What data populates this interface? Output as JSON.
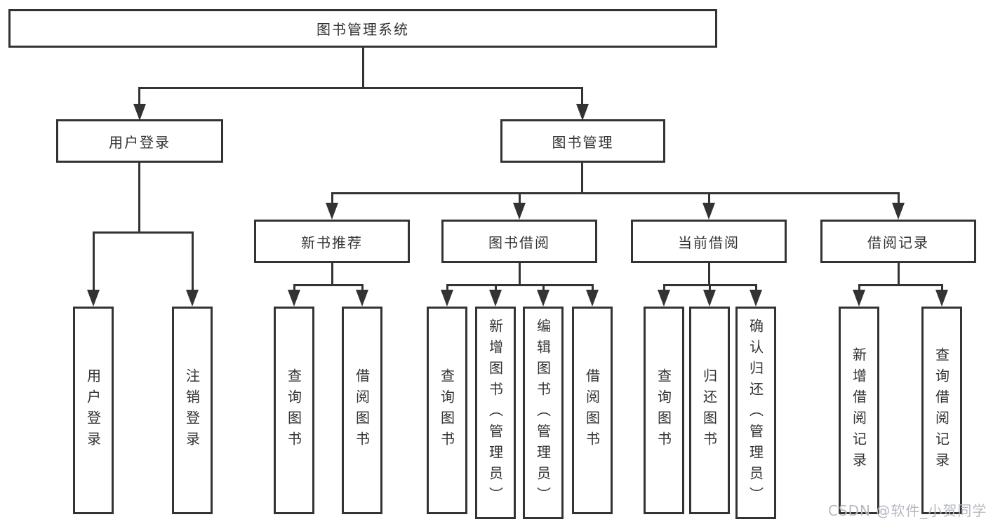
{
  "tree": {
    "root": "图书管理系统",
    "branches": [
      {
        "label": "用户登录",
        "children": [
          {
            "label": "用户登录"
          },
          {
            "label": "注销登录"
          }
        ]
      },
      {
        "label": "图书管理",
        "children": [
          {
            "label": "新书推荐",
            "children": [
              {
                "label": "查询图书"
              },
              {
                "label": "借阅图书"
              }
            ]
          },
          {
            "label": "图书借阅",
            "children": [
              {
                "label": "查询图书"
              },
              {
                "label": "新增图书（管理员）"
              },
              {
                "label": "编辑图书（管理员）"
              },
              {
                "label": "借阅图书"
              }
            ]
          },
          {
            "label": "当前借阅",
            "children": [
              {
                "label": "查询图书"
              },
              {
                "label": "归还图书"
              },
              {
                "label": "确认归还（管理员）"
              }
            ]
          },
          {
            "label": "借阅记录",
            "children": [
              {
                "label": "新增借阅记录"
              },
              {
                "label": "查询借阅记录"
              }
            ]
          }
        ]
      }
    ]
  },
  "watermark": "CSDN @软件_小贺同学",
  "colors": {
    "line": "#333333",
    "background": "#ffffff",
    "watermark": "#b5bac1"
  }
}
